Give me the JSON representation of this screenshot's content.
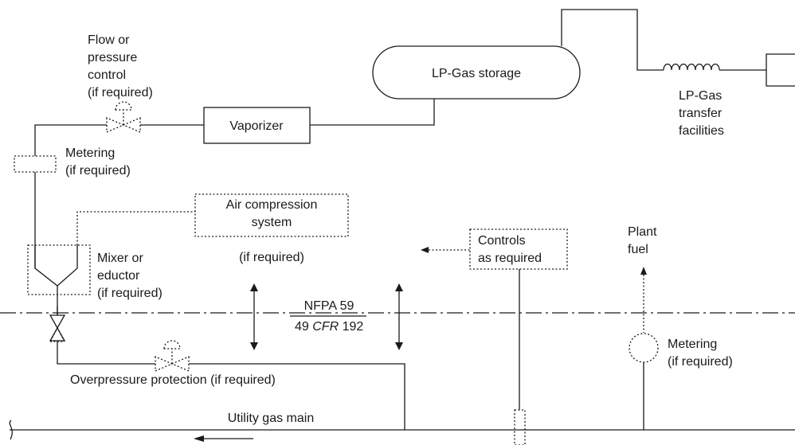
{
  "labels": {
    "flow_control": [
      "Flow or",
      "pressure",
      "control",
      "(if required)"
    ],
    "metering_top": [
      "Metering",
      "(if required)"
    ],
    "vaporizer": "Vaporizer",
    "storage": "LP-Gas storage",
    "transfer": [
      "LP-Gas",
      "transfer",
      "facilities"
    ],
    "air_compression": [
      "Air compression",
      "system"
    ],
    "air_if_required": "(if required)",
    "mixer": [
      "Mixer or",
      "eductor",
      "(if required)"
    ],
    "controls": [
      "Controls",
      "as required"
    ],
    "plant_fuel": [
      "Plant",
      "fuel"
    ],
    "boundary_top": "NFPA 59",
    "boundary_bottom_num": "49",
    "boundary_bottom_cfr": "CFR",
    "boundary_bottom_part": "192",
    "metering_right": [
      "Metering",
      "(if required)"
    ],
    "overpressure": "Overpressure protection (if required)",
    "utility_main": "Utility gas main"
  },
  "colors": {
    "line": "#1a1a1a",
    "background": "#ffffff"
  }
}
